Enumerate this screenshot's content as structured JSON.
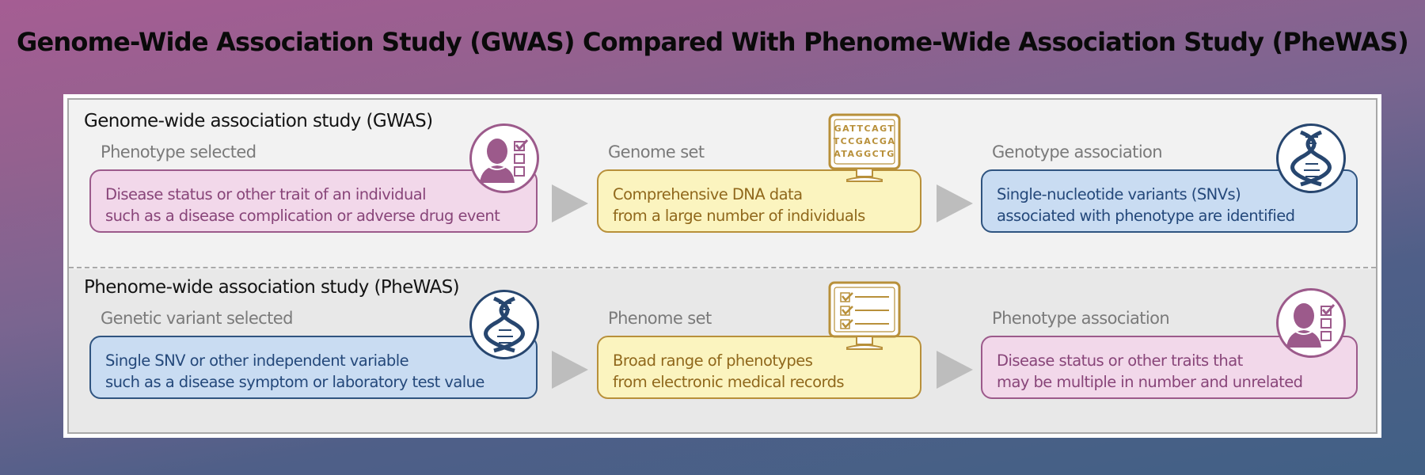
{
  "title": "Genome-Wide Association Study (GWAS) Compared With Phenome-Wide Association Study (PheWAS)",
  "colors": {
    "phenotype_fill": "#f2d8ea",
    "phenotype_border": "#9c5a8b",
    "genome_fill": "#fbf4bf",
    "genome_border": "#b8903a",
    "genotype_fill": "#c9dcf2",
    "genotype_border": "#2f5480",
    "arrow": "#bdbdbd"
  },
  "sections": [
    {
      "title": "Genome-wide association study (GWAS)",
      "steps": [
        {
          "label": "Phenotype selected",
          "lines": [
            "Disease status or other trait of an individual",
            "such as a disease complication or adverse drug event"
          ],
          "icon": "person-checklist-icon",
          "color": "pink"
        },
        {
          "label": "Genome set",
          "lines": [
            "Comprehensive DNA data",
            "from a large number of individuals"
          ],
          "icon": "monitor-dna-sequence-icon",
          "screen_text": [
            "GATTCAGT",
            "TCCGACGA",
            "ATAGGCTG"
          ],
          "color": "yellow"
        },
        {
          "label": "Genotype association",
          "lines": [
            "Single-nucleotide variants (SNVs)",
            "associated with phenotype are identified"
          ],
          "icon": "dna-helix-icon",
          "color": "blue"
        }
      ]
    },
    {
      "title": "Phenome-wide association study (PheWAS)",
      "steps": [
        {
          "label": "Genetic variant selected",
          "lines": [
            "Single SNV or other independent variable",
            "such as a disease symptom or laboratory test value"
          ],
          "icon": "dna-helix-icon",
          "color": "blue"
        },
        {
          "label": "Phenome set",
          "lines": [
            "Broad range of phenotypes",
            "from electronic medical records"
          ],
          "icon": "monitor-checklist-icon",
          "color": "yellow"
        },
        {
          "label": "Phenotype association",
          "lines": [
            "Disease status or other traits that",
            "may be multiple in number and unrelated"
          ],
          "icon": "person-checklist-icon",
          "color": "pink"
        }
      ]
    }
  ]
}
